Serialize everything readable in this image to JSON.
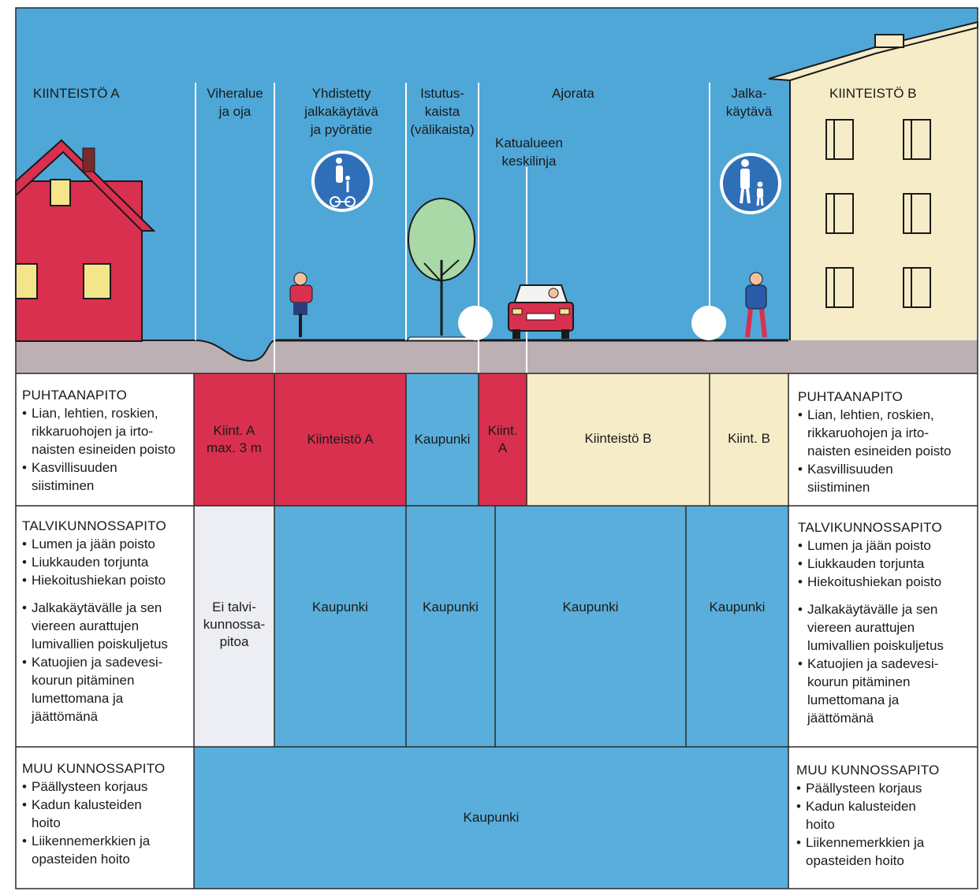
{
  "colors": {
    "sky": "#4fa7d7",
    "ground": "#bcb0b5",
    "property_a": "#d8304e",
    "city": "#5aaedb",
    "property_b": "#f6ecc8",
    "none": "#eceef4",
    "frame": "#2a2a2a"
  },
  "zones": {
    "kiinteisto_a": "KIINTEISTÖ A",
    "viheralue": [
      "Viheralue",
      "ja oja"
    ],
    "yhdistetty": [
      "Yhdistetty",
      "jalkakäytävä",
      "ja pyörätie"
    ],
    "istutuskaista": [
      "Istutus-",
      "kaista",
      "(välikaista)"
    ],
    "ajorata": "Ajorata",
    "keskilinja": [
      "Katualueen",
      "keskilinja"
    ],
    "jalkakaytava": [
      "Jalka-",
      "käytävä"
    ],
    "kiinteisto_b": "KIINTEISTÖ B"
  },
  "rows": {
    "puhtaanapito": {
      "heading": "PUHTAANAPITO",
      "bullets": [
        "Lian, lehtien, roskien, rikkaruohojen ja irto-naisten esineiden poisto",
        "Kasvillisuuden siistiminen"
      ],
      "bullet_lines": [
        [
          "Lian, lehtien, roskien,",
          "rikkaruohojen ja irto-",
          "naisten esineiden poisto"
        ],
        [
          "Kasvillisuuden",
          "siistiminen"
        ]
      ],
      "cells": {
        "viheralue": [
          "Kiint. A",
          "max. 3 m"
        ],
        "yhdistetty": "Kiinteistö A",
        "istutuskaista": "Kaupunki",
        "keskikaista": [
          "Kiint.",
          "A"
        ],
        "ajorata": "Kiinteistö B",
        "jalkakaytava": "Kiint. B"
      }
    },
    "talvikunnossapito": {
      "heading": "TALVIKUNNOSSAPITO",
      "bullet_lines": [
        [
          "Lumen ja jään poisto"
        ],
        [
          "Liukkauden torjunta"
        ],
        [
          "Hiekoitushiekan poisto"
        ],
        [
          "Jalkakäytävälle ja sen",
          "viereen aurattujen",
          "lumivallien poiskuljetus"
        ],
        [
          "Katuojien ja sadevesi-",
          "kourun pitäminen",
          "lumettomana ja",
          "jäättömänä"
        ]
      ],
      "cells": {
        "viheralue": [
          "Ei talvi-",
          "kunnossa-",
          "pitoa"
        ],
        "yhdistetty": "Kaupunki",
        "istutuskaista": "Kaupunki",
        "ajorata": "Kaupunki",
        "jalkakaytava": "Kaupunki"
      }
    },
    "muu": {
      "heading": "MUU KUNNOSSAPITO",
      "bullet_lines": [
        [
          "Päällysteen korjaus"
        ],
        [
          "Kadun kalusteiden",
          "hoito"
        ],
        [
          "Liikennemerkkien ja",
          "opasteiden hoito"
        ]
      ],
      "cells": {
        "koko": "Kaupunki"
      }
    }
  }
}
